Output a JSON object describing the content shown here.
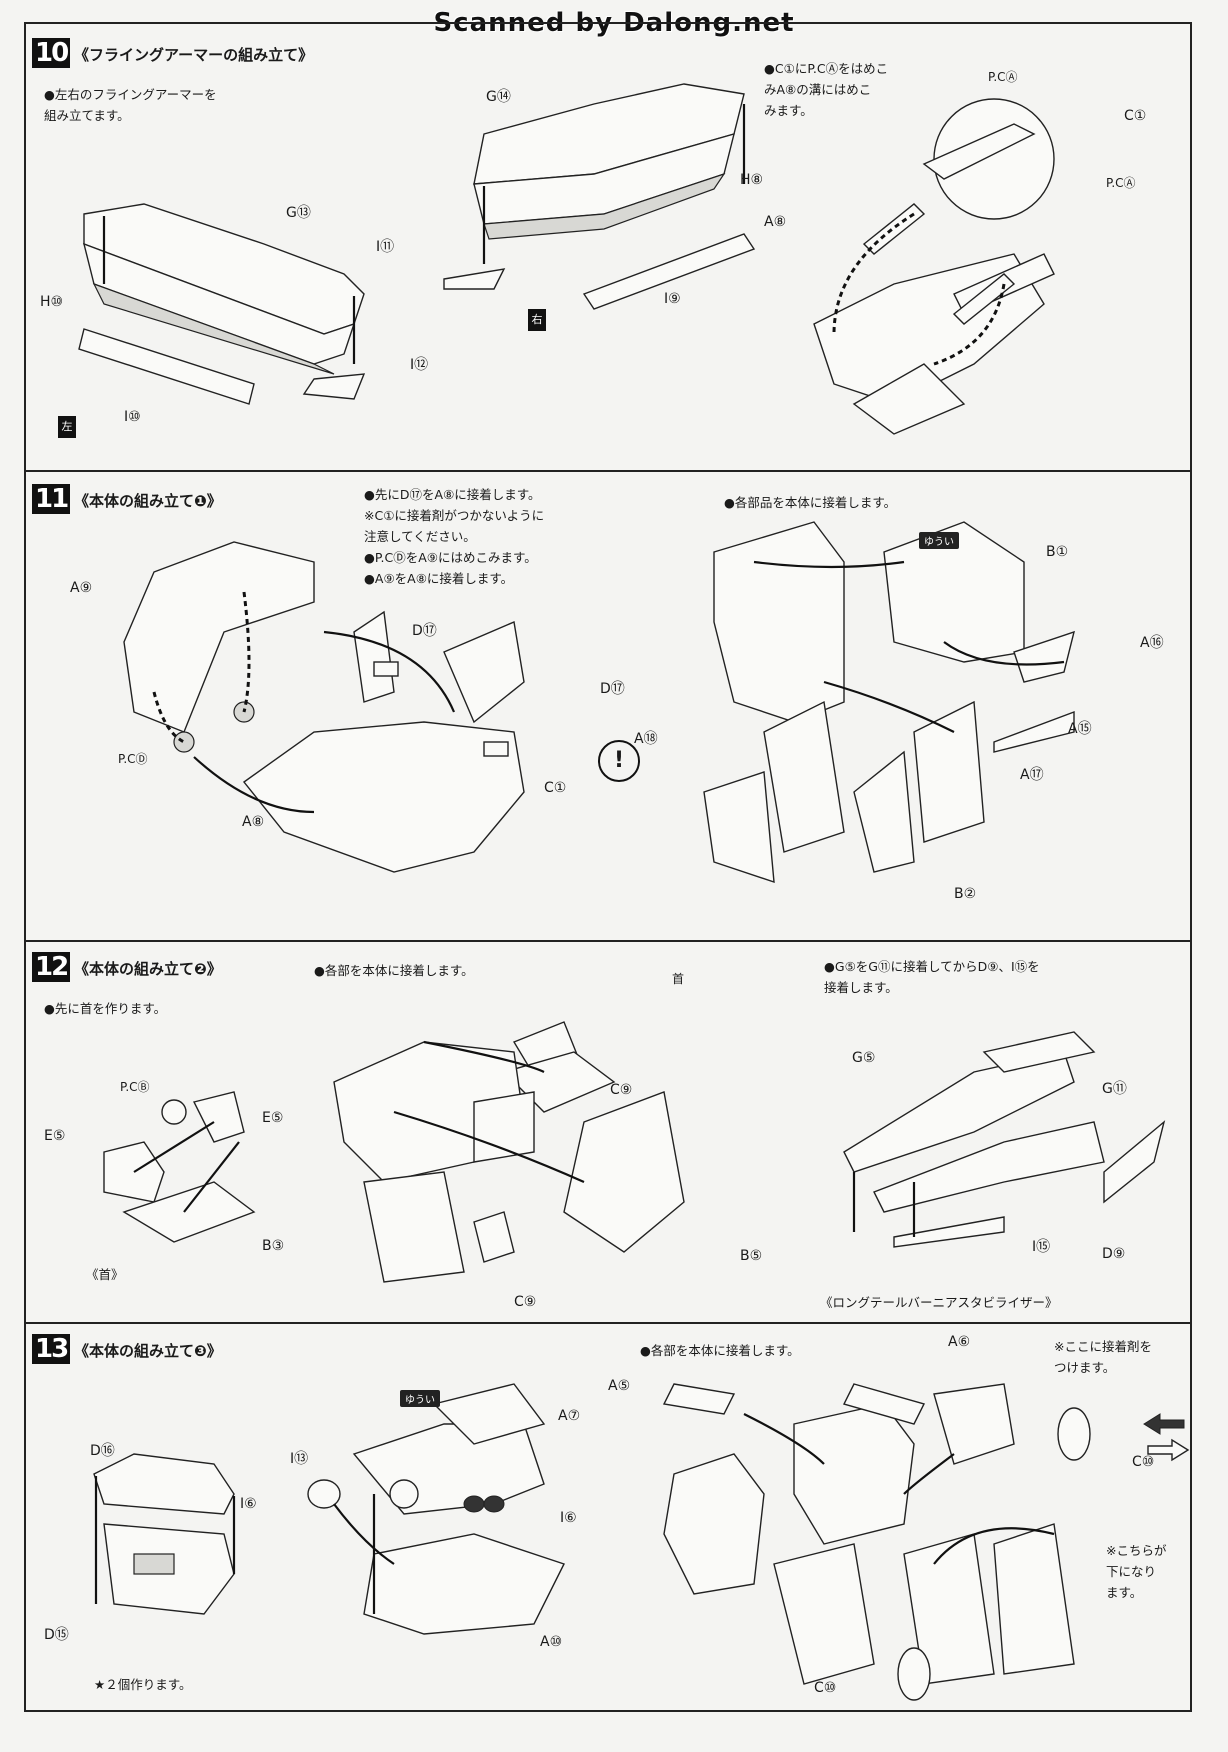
{
  "watermark": "Scanned by Dalong.net",
  "steps": [
    {
      "number": "10",
      "title": "《フライングアーマーの組み立て》",
      "note": "●左右のフライングアーマーを\n組み立てます。",
      "note2": "●C①にP.CⒶをはめこ\nみA⑧の溝にはめこ\nみます。",
      "labels": [
        "G⑬",
        "H⑩",
        "I⑩",
        "I⑫",
        "G⑭",
        "H⑧",
        "I⑪",
        "I⑨",
        "P.CⒶ",
        "C①",
        "P.CⒶ",
        "A⑧"
      ],
      "side_left": "左",
      "side_right": "右"
    },
    {
      "number": "11",
      "title": "《本体の組み立て❶》",
      "note": "●先にD⑰をA⑧に接着します。\n※C①に接着剤がつかないように\n注意してください。\n●P.CⒹをA⑨にはめこみます。\n●A⑨をA⑧に接着します。",
      "note2": "●各部品を本体に接着します。",
      "labels": [
        "A⑨",
        "D⑰",
        "D⑰",
        "P.CⒹ",
        "A⑧",
        "C①",
        "B①",
        "A⑯",
        "A⑮",
        "A⑱",
        "A⑰",
        "B②"
      ],
      "soft_tag": "ゆうい"
    },
    {
      "number": "12",
      "title": "《本体の組み立て❷》",
      "note": "●先に首を作ります。",
      "note2": "●各部を本体に接着します。",
      "note3": "●G⑤をG⑪に接着してからD⑨、I⑮を\n接着します。",
      "labels": [
        "P.CⒷ",
        "E⑤",
        "E⑤",
        "B③",
        "首",
        "C⑨",
        "C⑨",
        "B⑤",
        "G⑤",
        "G⑪",
        "I⑮",
        "D⑨"
      ],
      "caption_neck": "《首》",
      "caption_stabilizer": "《ロングテールバーニアスタビライザー》"
    },
    {
      "number": "13",
      "title": "《本体の組み立て❸》",
      "note": "★２個作ります。",
      "note2": "●各部を本体に接着します。",
      "note3": "※ここに接着剤を\nつけます。",
      "note4": "※こちらが\n下になり\nます。",
      "labels": [
        "D⑯",
        "D⑮",
        "I⑬",
        "I⑥",
        "A⑦",
        "I⑥",
        "A⑩",
        "A⑤",
        "A⑥",
        "C⑩",
        "C⑩"
      ],
      "soft_tag": "ゆうい"
    }
  ]
}
